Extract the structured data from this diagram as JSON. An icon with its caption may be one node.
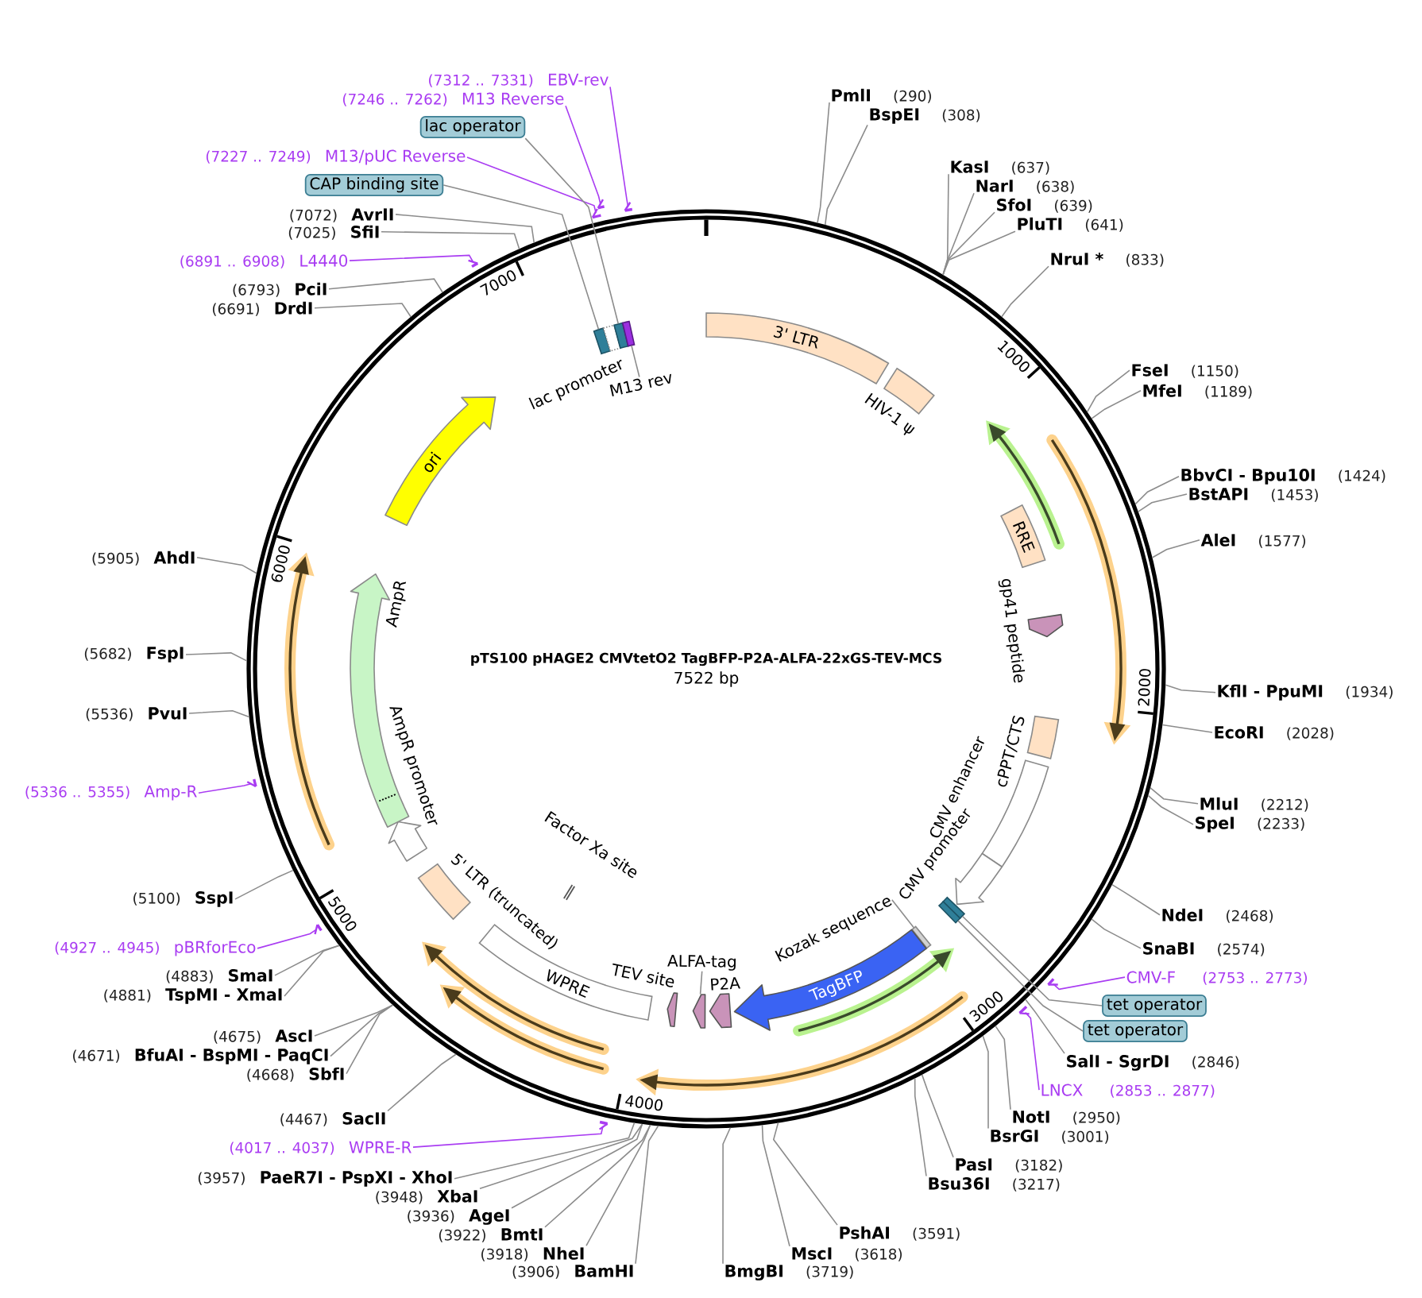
{
  "diagram": {
    "nodes": [
      {
        "text": [
          "pTS100 pHAGE2 CMVtetO2 TagBFP-P2A-ALFA-22xGS-TEV-MCS",
          "7522 bp"
        ]
      },
      {
        "text": [
          "3' LTR"
        ],
        "in": 0
      },
      {
        "text": [
          "HIV-1 ψ"
        ],
        "in": 0
      },
      {
        "text": [
          "RRE"
        ],
        "in": 0
      },
      {
        "text": [
          "gp41 peptide"
        ],
        "in": 0
      },
      {
        "text": [
          "cPPT/CTS"
        ],
        "in": 0
      },
      {
        "text": [
          "CMV enhancer"
        ],
        "in": 0
      },
      {
        "text": [
          "CMV promoter"
        ],
        "in": 0
      },
      {
        "text": [],
        "shape": "box",
        "in": 0
      },
      {
        "text": [],
        "shape": "box",
        "in": 0
      },
      {
        "text": [],
        "shape": "box",
        "in": 0
      },
      {
        "text": [
          "Kozak sequence"
        ],
        "in": 0
      },
      {
        "text": [
          "TagBFP"
        ],
        "in": 0
      },
      {
        "text": [
          "P2A"
        ],
        "in": 0
      },
      {
        "text": [],
        "shape": "pentagon",
        "in": 0
      },
      {
        "text": [
          "ALFA-tag"
        ],
        "in": 0
      },
      {
        "text": [
          "TEV site"
        ],
        "in": 0
      },
      {
        "text": [
          "WPRE"
        ],
        "in": 0
      },
      {
        "text": [
          "Factor Xa site"
        ],
        "in": 0
      },
      {
        "text": [
          "5' LTR (truncated)"
        ],
        "in": 0
      },
      {
        "text": [
          "AmpR promoter"
        ],
        "in": 0
      },
      {
        "text": [
          "AmpR"
        ],
        "in": 0
      },
      {
        "text": [
          "ori"
        ],
        "in": 0
      },
      {
        "text": [],
        "shape": "box",
        "in": 0
      },
      {
        "text": [
          "lac promoter"
        ],
        "in": 0
      },
      {
        "text": [],
        "shape": "box",
        "in": 0
      },
      {
        "text": [],
        "shape": "box",
        "in": 0
      },
      {
        "text": [
          "M13 rev"
        ],
        "in": 0
      },
      {
        "text": [
          "PmlI",
          "(290)"
        ]
      },
      {
        "text": [
          "BspEI",
          "(308)"
        ]
      },
      {
        "text": [
          "KasI",
          "(637)"
        ]
      },
      {
        "text": [
          "NarI",
          "(638)"
        ]
      },
      {
        "text": [
          "SfoI",
          "(639)"
        ]
      },
      {
        "text": [
          "PluTI",
          "(641)"
        ]
      },
      {
        "text": [
          "NruI *",
          "(833)"
        ]
      },
      {
        "text": [
          "FseI",
          "(1150)"
        ]
      },
      {
        "text": [
          "MfeI",
          "(1189)"
        ]
      },
      {
        "text": [
          "BbvCI - Bpu10I",
          "(1424)"
        ]
      },
      {
        "text": [
          "BstAPI",
          "(1453)"
        ]
      },
      {
        "text": [
          "AleI",
          "(1577)"
        ]
      },
      {
        "text": [
          "KflI - PpuMI",
          "(1934)"
        ]
      },
      {
        "text": [
          "EcoRI",
          "(2028)"
        ]
      },
      {
        "text": [
          "MluI",
          "(2212)"
        ]
      },
      {
        "text": [
          "SpeI",
          "(2233)"
        ]
      },
      {
        "text": [
          "NdeI",
          "(2468)"
        ]
      },
      {
        "text": [
          "SnaBI",
          "(2574)"
        ]
      },
      {
        "text": [
          "CMV-F",
          "(2753 .. 2773)"
        ]
      },
      {
        "text": [],
        "shape": "bar"
      },
      {
        "text": [
          "tet operator"
        ]
      },
      {
        "text": [
          "tet operator"
        ]
      },
      {
        "text": [
          "SalI - SgrDI",
          "(2846)"
        ]
      },
      {
        "text": [
          "LNCX",
          "(2853 .. 2877)"
        ]
      },
      {
        "text": [],
        "shape": "bar"
      },
      {
        "text": [
          "NotI",
          "(2950)"
        ]
      },
      {
        "text": [
          "BsrGI",
          "(3001)"
        ]
      },
      {
        "text": [
          "PasI",
          "(3182)"
        ]
      },
      {
        "text": [
          "Bsu36I",
          "(3217)"
        ]
      },
      {
        "text": [
          "PshAI",
          "(3591)"
        ]
      },
      {
        "text": [
          "MscI",
          "(3618)"
        ]
      },
      {
        "text": [
          "BmgBI",
          "(3719)"
        ]
      },
      {
        "text": [
          "(3906)",
          "BamHI"
        ]
      },
      {
        "text": [
          "(3918)",
          "NheI"
        ]
      },
      {
        "text": [
          "(3922)",
          "BmtI"
        ]
      },
      {
        "text": [
          "(3936)",
          "AgeI"
        ]
      },
      {
        "text": [
          "(3948)",
          "XbaI"
        ]
      },
      {
        "text": [
          "(3957)",
          "PaeR7I - PspXI - XhoI"
        ]
      },
      {
        "text": [
          "(4017 .. 4037)",
          "WPRE-R"
        ]
      },
      {
        "text": [],
        "shape": "bar"
      },
      {
        "text": [
          "(4467)",
          "SacII"
        ]
      },
      {
        "text": [
          "(4668)",
          "SbfI"
        ]
      },
      {
        "text": [
          "(4671)",
          "BfuAI - BspMI - PaqCI"
        ]
      },
      {
        "text": [
          "(4675)",
          "AscI"
        ]
      },
      {
        "text": [
          "(4881)",
          "TspMI - XmaI"
        ]
      },
      {
        "text": [
          "(4883)",
          "SmaI"
        ]
      },
      {
        "text": [
          "(4927 .. 4945)",
          "pBRforEco"
        ]
      },
      {
        "text": [],
        "shape": "bar"
      },
      {
        "text": [
          "(5100)",
          "SspI"
        ]
      },
      {
        "text": [
          "(5336 .. 5355)",
          "Amp-R"
        ]
      },
      {
        "text": [],
        "shape": "bar"
      },
      {
        "text": [
          "(5536)",
          "PvuI"
        ]
      },
      {
        "text": [
          "(5682)",
          "FspI"
        ]
      },
      {
        "text": [
          "(5905)",
          "AhdI"
        ]
      },
      {
        "text": [
          "(6691)",
          "DrdI"
        ]
      },
      {
        "text": [
          "(6793)",
          "PciI"
        ]
      },
      {
        "text": [
          "(6891 .. 6908)",
          "L4440"
        ]
      },
      {
        "text": [],
        "shape": "bar"
      },
      {
        "text": [
          "(7025)",
          "SfiI"
        ]
      },
      {
        "text": [
          "(7072)",
          "AvrII"
        ]
      },
      {
        "text": [
          "CAP binding site"
        ]
      },
      {
        "text": [
          "(7227 .. 7249)",
          "M13/pUC Reverse"
        ]
      },
      {
        "text": [],
        "shape": "bar"
      },
      {
        "text": [
          "lac operator"
        ]
      },
      {
        "text": [
          "(7246 .. 7262)",
          "M13 Reverse"
        ]
      },
      {
        "text": [],
        "shape": "bar"
      },
      {
        "text": [
          "(7312 .. 7331)",
          "EBV-rev"
        ]
      },
      {
        "text": [],
        "shape": "bar"
      }
    ],
    "edges": [
      {
        "from": 11,
        "to": 10,
        "arrow": "none"
      },
      {
        "from": 15,
        "to": 14,
        "arrow": "none"
      },
      {
        "from": 27,
        "to": 26,
        "arrow": "none"
      },
      {
        "from": 28,
        "to": 0,
        "arrow": "none"
      },
      {
        "from": 29,
        "to": 0,
        "arrow": "none"
      },
      {
        "from": 30,
        "to": 0,
        "arrow": "none"
      },
      {
        "from": 31,
        "to": 0,
        "arrow": "none"
      },
      {
        "from": 32,
        "to": 0,
        "arrow": "none"
      },
      {
        "from": 33,
        "to": 0,
        "arrow": "none"
      },
      {
        "from": 34,
        "to": 0,
        "arrow": "none"
      },
      {
        "from": 35,
        "to": 0,
        "arrow": "none"
      },
      {
        "from": 36,
        "to": 0,
        "arrow": "none"
      },
      {
        "from": 37,
        "to": 0,
        "arrow": "none"
      },
      {
        "from": 38,
        "to": 0,
        "arrow": "none"
      },
      {
        "from": 39,
        "to": 0,
        "arrow": "none"
      },
      {
        "from": 40,
        "to": 0,
        "arrow": "none"
      },
      {
        "from": 41,
        "to": 0,
        "arrow": "none"
      },
      {
        "from": 42,
        "to": 0,
        "arrow": "none"
      },
      {
        "from": 43,
        "to": 0,
        "arrow": "none"
      },
      {
        "from": 44,
        "to": 0,
        "arrow": "none"
      },
      {
        "from": 45,
        "to": 0,
        "arrow": "none"
      },
      {
        "from": 46,
        "to": 47,
        "arrow": "none",
        "color": "#a93cf2"
      },
      {
        "from": 48,
        "to": 8,
        "arrow": "none"
      },
      {
        "from": 49,
        "to": 9,
        "arrow": "none"
      },
      {
        "from": 50,
        "to": 0,
        "arrow": "none"
      },
      {
        "from": 51,
        "to": 52,
        "arrow": "none",
        "color": "#a93cf2"
      },
      {
        "from": 53,
        "to": 0,
        "arrow": "none"
      },
      {
        "from": 54,
        "to": 0,
        "arrow": "none"
      },
      {
        "from": 55,
        "to": 0,
        "arrow": "none"
      },
      {
        "from": 56,
        "to": 0,
        "arrow": "none"
      },
      {
        "from": 57,
        "to": 0,
        "arrow": "none"
      },
      {
        "from": 58,
        "to": 0,
        "arrow": "none"
      },
      {
        "from": 59,
        "to": 0,
        "arrow": "none"
      },
      {
        "from": 60,
        "to": 0,
        "arrow": "none"
      },
      {
        "from": 61,
        "to": 0,
        "arrow": "none"
      },
      {
        "from": 62,
        "to": 0,
        "arrow": "none"
      },
      {
        "from": 63,
        "to": 0,
        "arrow": "none"
      },
      {
        "from": 64,
        "to": 0,
        "arrow": "none"
      },
      {
        "from": 65,
        "to": 0,
        "arrow": "none"
      },
      {
        "from": 66,
        "to": 67,
        "arrow": "none",
        "color": "#a93cf2"
      },
      {
        "from": 68,
        "to": 0,
        "arrow": "none"
      },
      {
        "from": 69,
        "to": 0,
        "arrow": "none"
      },
      {
        "from": 70,
        "to": 0,
        "arrow": "none"
      },
      {
        "from": 71,
        "to": 0,
        "arrow": "none"
      },
      {
        "from": 72,
        "to": 0,
        "arrow": "none"
      },
      {
        "from": 73,
        "to": 0,
        "arrow": "none"
      },
      {
        "from": 74,
        "to": 75,
        "arrow": "none",
        "color": "#a93cf2"
      },
      {
        "from": 76,
        "to": 0,
        "arrow": "none"
      },
      {
        "from": 77,
        "to": 78,
        "arrow": "none",
        "color": "#a93cf2"
      },
      {
        "from": 79,
        "to": 0,
        "arrow": "none"
      },
      {
        "from": 80,
        "to": 0,
        "arrow": "none"
      },
      {
        "from": 81,
        "to": 0,
        "arrow": "none"
      },
      {
        "from": 82,
        "to": 0,
        "arrow": "none"
      },
      {
        "from": 83,
        "to": 0,
        "arrow": "none"
      },
      {
        "from": 84,
        "to": 85,
        "arrow": "none",
        "color": "#a93cf2"
      },
      {
        "from": 86,
        "to": 0,
        "arrow": "none"
      },
      {
        "from": 87,
        "to": 0,
        "arrow": "none"
      },
      {
        "from": 88,
        "to": 23,
        "arrow": "none"
      },
      {
        "from": 89,
        "to": 90,
        "arrow": "none",
        "color": "#a93cf2"
      },
      {
        "from": 91,
        "to": 25,
        "arrow": "none"
      },
      {
        "from": 92,
        "to": 93,
        "arrow": "none",
        "color": "#a93cf2"
      },
      {
        "from": 94,
        "to": 95,
        "arrow": "none",
        "color": "#a93cf2"
      }
    ],
    "labels": [
      "1000",
      "2000",
      "3000",
      "4000",
      "5000",
      "6000",
      "7000"
    ]
  }
}
